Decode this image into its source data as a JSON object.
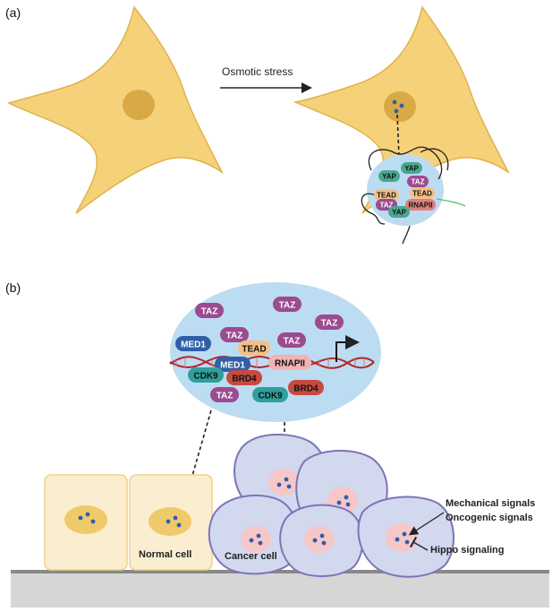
{
  "panels": {
    "a": "(a)",
    "b": "(b)"
  },
  "arrow_label": "Osmotic stress",
  "colors": {
    "cell_fill": "#f5d27a",
    "cell_stroke": "#e2b14a",
    "nucleus": "#d9a945",
    "condensate": "#bcdcf2",
    "yap": "#4aa88f",
    "taz": "#9b4b8f",
    "tead": "#f4bf86",
    "rnapii": "#e07f7f",
    "med1": "#2f5fa8",
    "cdk9": "#2f9f9b",
    "brd4": "#c74a3f",
    "dna": "#b3262a",
    "cancer_fill": "#d2d8ee",
    "cancer_stroke": "#7d74b8",
    "cancer_nucleus": "#f6c7c7",
    "dot": "#2f5db0",
    "ground": "#d6d6d6"
  },
  "condensate_small": {
    "yap_1": "YAP",
    "yap_2": "YAP",
    "taz_1": "TAZ",
    "tead_1": "TEAD",
    "tead_2": "TEAD",
    "taz_2": "TAZ",
    "rnapii": "RNAPII",
    "yap_3": "YAP"
  },
  "condensate_large": {
    "taz_1": "TAZ",
    "taz_2": "TAZ",
    "taz_3": "TAZ",
    "taz_4": "TAZ",
    "taz_5": "TAZ",
    "taz_6": "TAZ",
    "med1_1": "MED1",
    "med1_2": "MED1",
    "tead": "TEAD",
    "rnapii": "RNAPII",
    "cdk9_1": "CDK9",
    "cdk9_2": "CDK9",
    "brd4_1": "BRD4",
    "brd4_2": "BRD4"
  },
  "labels": {
    "normal_cell": "Normal cell",
    "cancer_cell": "Cancer cell",
    "mechanical": "Mechanical signals",
    "oncogenic": "Oncogenic signals",
    "hippo": "Hippo signaling"
  }
}
